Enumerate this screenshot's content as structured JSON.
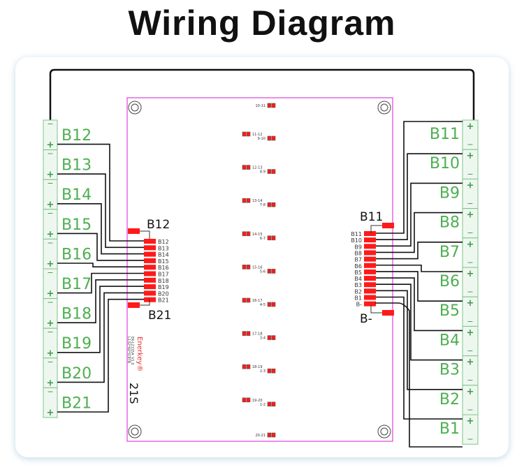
{
  "title": "Wiring Diagram",
  "colors": {
    "cell_label": "#4caf50",
    "cell_fill": "#eef7ef",
    "cell_stroke": "#7cc48a",
    "board_outline": "#e040e0",
    "pad": "#ff1a1a",
    "wire": "#111111",
    "logo": "#e53030"
  },
  "left_cells": [
    "B12",
    "B13",
    "B14",
    "B15",
    "B16",
    "B17",
    "B18",
    "B19",
    "B20",
    "B21"
  ],
  "right_cells": [
    "B11",
    "B10",
    "B9",
    "B8",
    "B7",
    "B6",
    "B5",
    "B4",
    "B3",
    "B2",
    "B1"
  ],
  "cell_terminals": {
    "plus": "+",
    "minus": "−"
  },
  "left_connector": {
    "callout_top": "B12",
    "callout_bottom": "B21",
    "pins": [
      "B12",
      "B13",
      "B14",
      "B15",
      "B16",
      "B17",
      "B18",
      "B19",
      "B20",
      "B21"
    ]
  },
  "right_connector": {
    "callout_top": "B11",
    "callout_bottom": "B-",
    "pins": [
      "B11",
      "B10",
      "B9",
      "B8",
      "B7",
      "B6",
      "B5",
      "B4",
      "B3",
      "B2",
      "B1",
      "B-"
    ]
  },
  "board": {
    "logo": "Enerkey®",
    "model": "EK-L21S5A_V1.0",
    "size": "L132*60*0.8TB",
    "series": "21S",
    "pad_labels_left": [
      "11-12",
      "12-13",
      "13-14",
      "14-15",
      "15-16",
      "16-17",
      "17-18",
      "18-19",
      "19-20"
    ],
    "pad_labels_right": [
      "10-11",
      "9-10",
      "8-9",
      "7-8",
      "6-7",
      "5-6",
      "4-5",
      "3-4",
      "2-3",
      "1-2",
      "20-21"
    ]
  }
}
